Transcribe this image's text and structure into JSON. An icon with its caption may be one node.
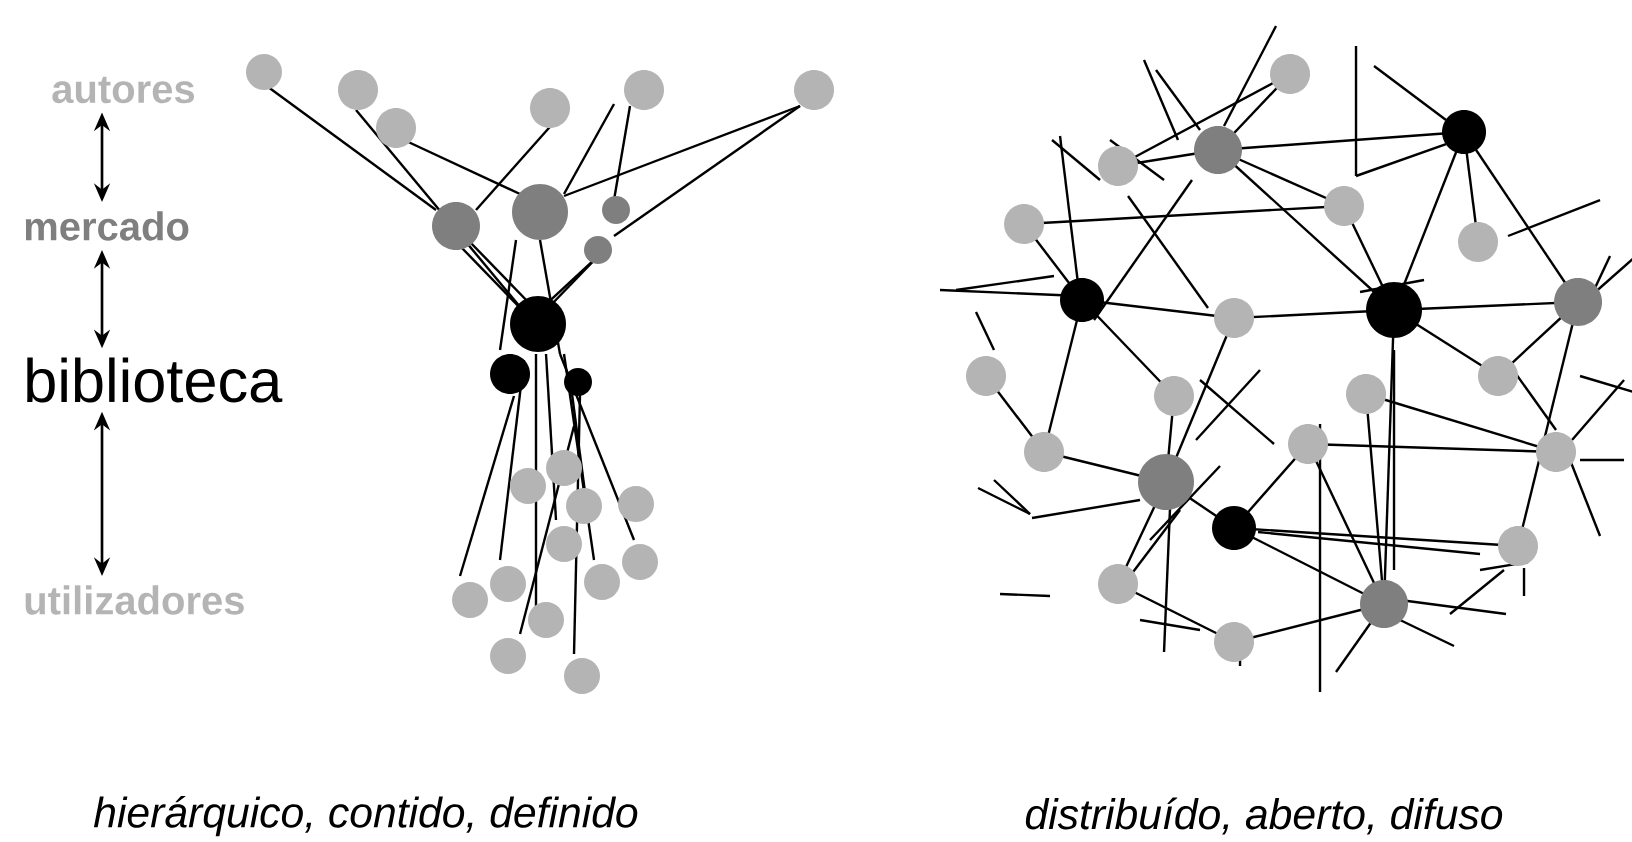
{
  "diagram": {
    "nodes": [
      {
        "text": [
          "autores"
        ]
      },
      {
        "text": [
          "mercado"
        ]
      },
      {
        "text": [
          "biblioteca"
        ]
      },
      {
        "text": [
          "utilizadores"
        ]
      }
    ],
    "edges": [
      {
        "from": 0,
        "to": 1,
        "arrow": "both"
      },
      {
        "from": 1,
        "to": 2,
        "arrow": "both"
      },
      {
        "from": 2,
        "to": 3,
        "arrow": "both"
      }
    ],
    "labels": [
      "hierárquico, contido, definido",
      "distribuído, aberto, difuso"
    ]
  }
}
